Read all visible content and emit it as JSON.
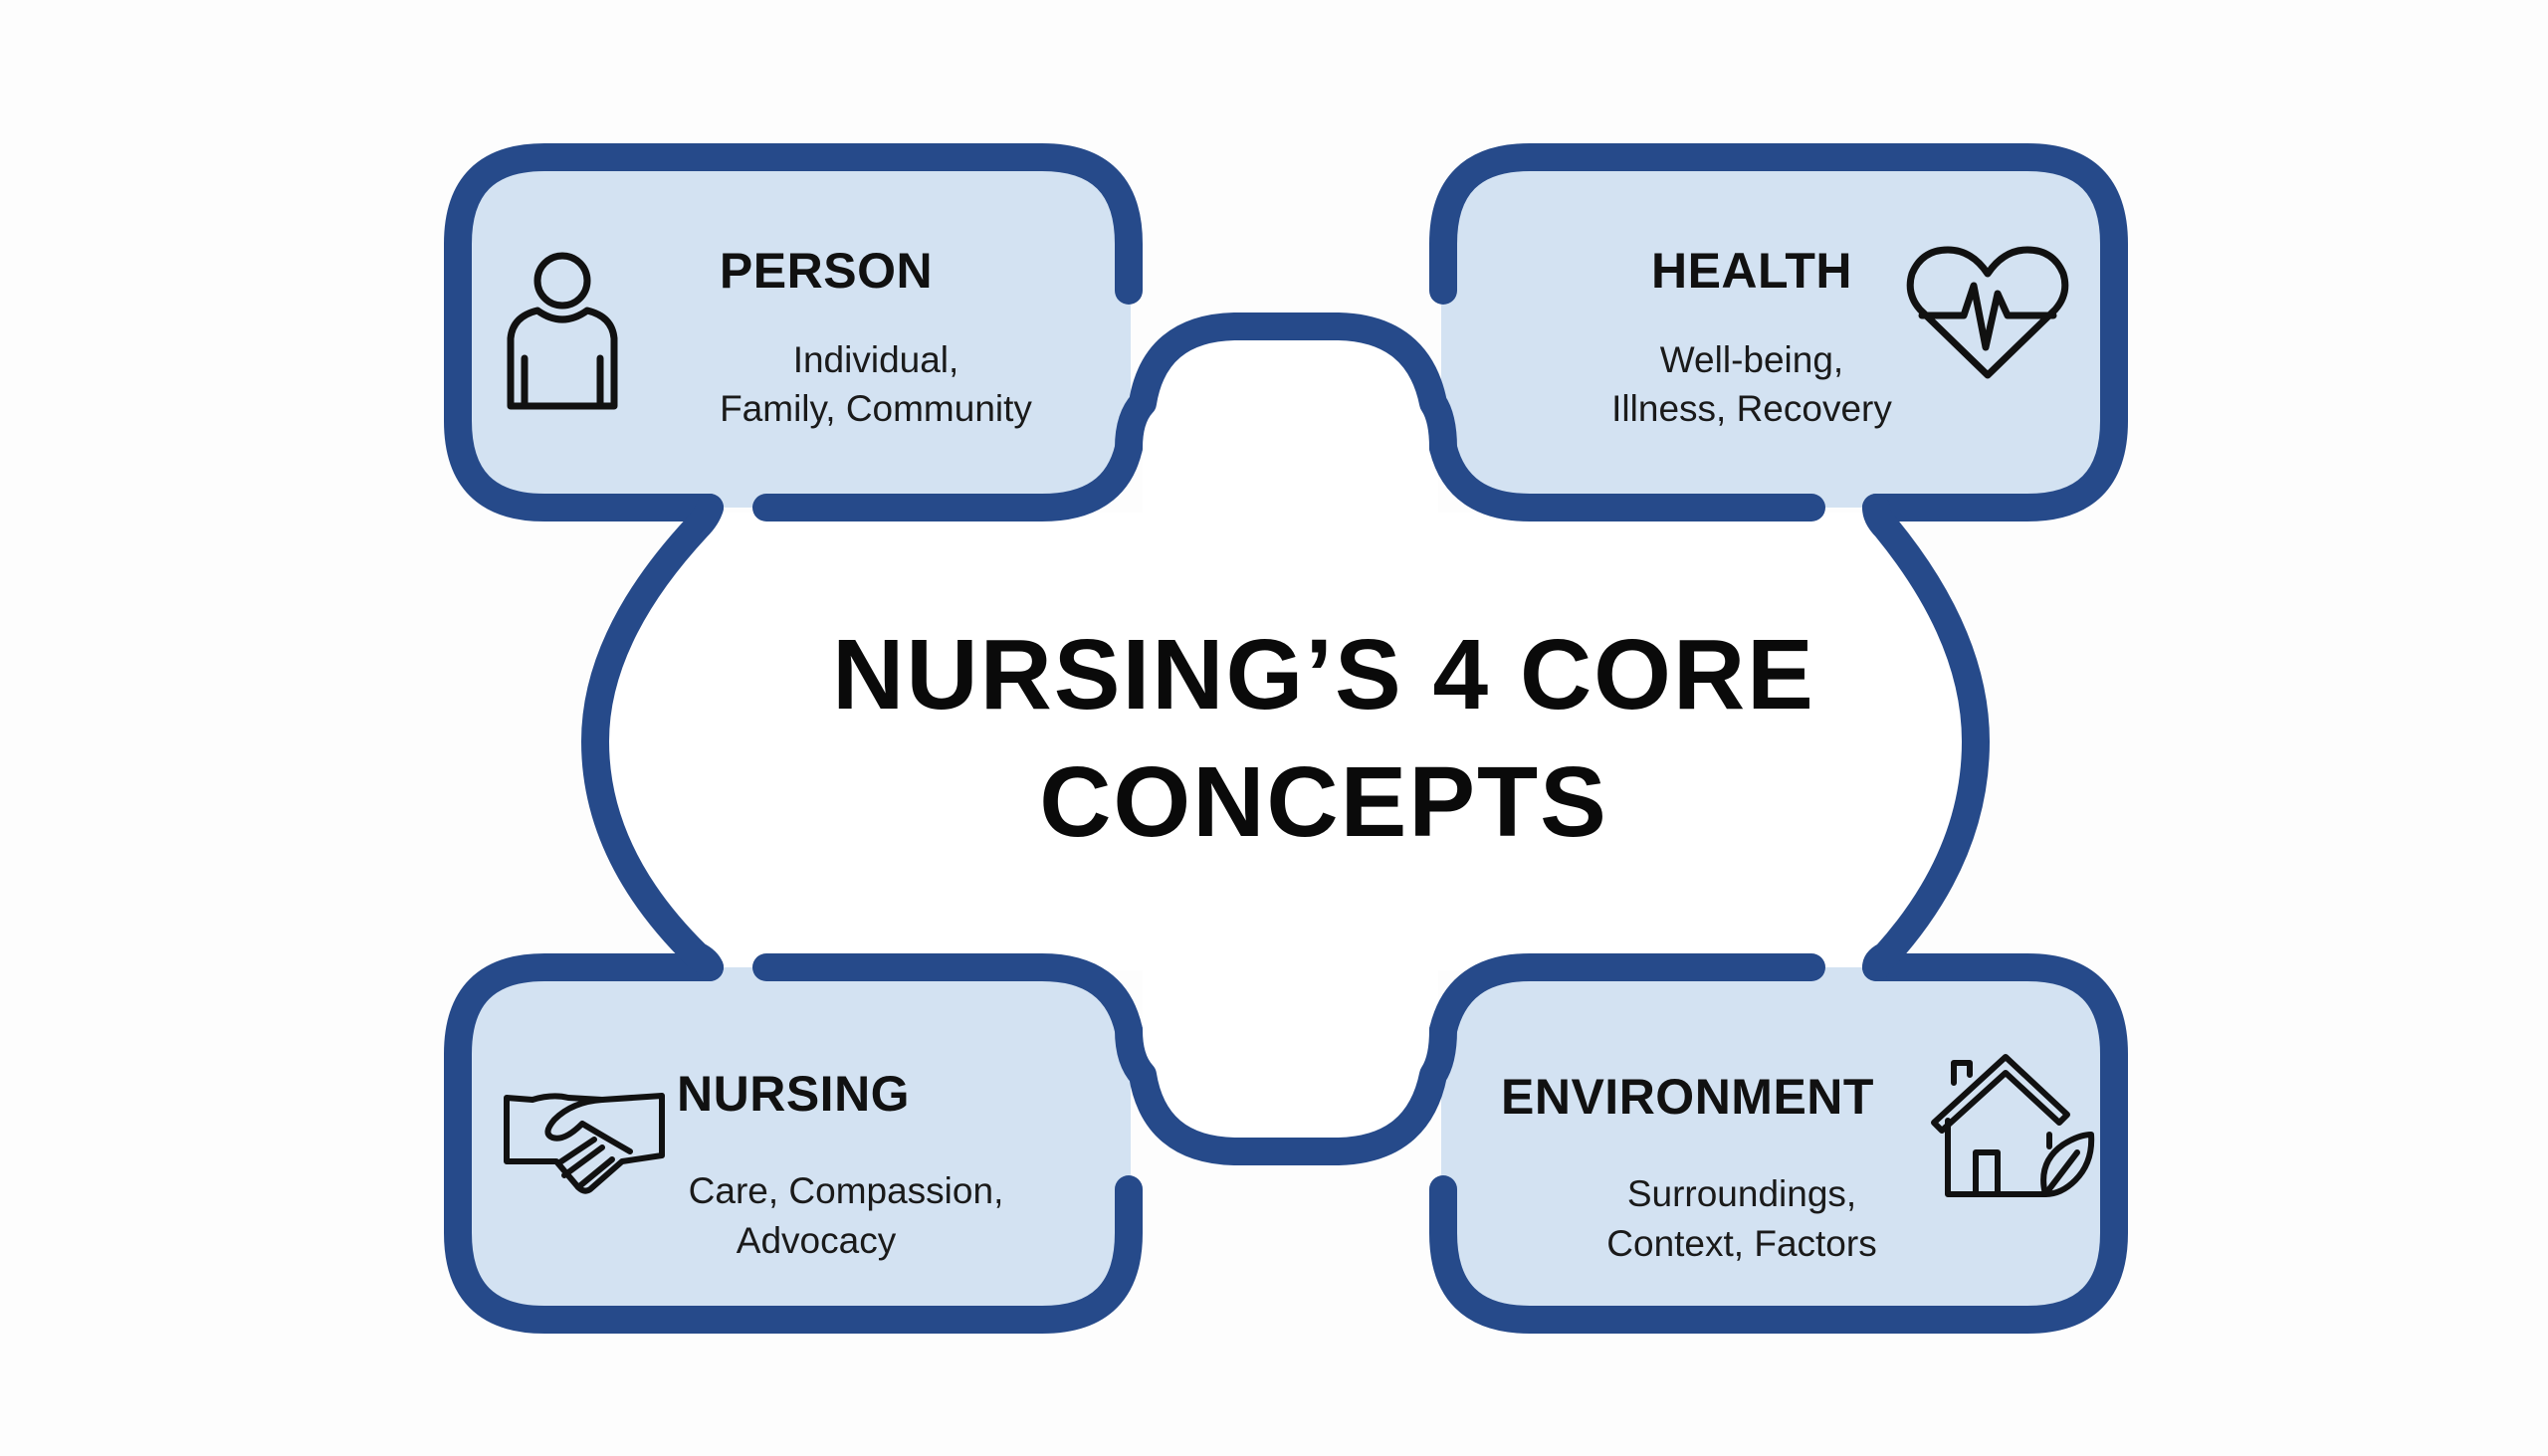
{
  "diagram": {
    "title_line1": "NURSING’S 4 CORE",
    "title_line2": "CONCEPTS",
    "colors": {
      "stroke": "#264a8a",
      "box_fill": "#d3e2f2",
      "center_fill": "#ffffff",
      "background": "#fdfdfd",
      "text": "#111111"
    },
    "concepts": [
      {
        "title": "PERSON",
        "line1": "Individual,",
        "line2": "Family, Community",
        "icon": "person-icon"
      },
      {
        "title": "HEALTH",
        "line1": "Well-being,",
        "line2": "Illness, Recovery",
        "icon": "heart-pulse-icon"
      },
      {
        "title": "NURSING",
        "line1": "Care, Compassion,",
        "line2": "Advocacy",
        "icon": "handshake-icon"
      },
      {
        "title": "ENVIRONMENT",
        "line1": "Surroundings,",
        "line2": "Context, Factors",
        "icon": "house-leaf-icon"
      }
    ]
  }
}
